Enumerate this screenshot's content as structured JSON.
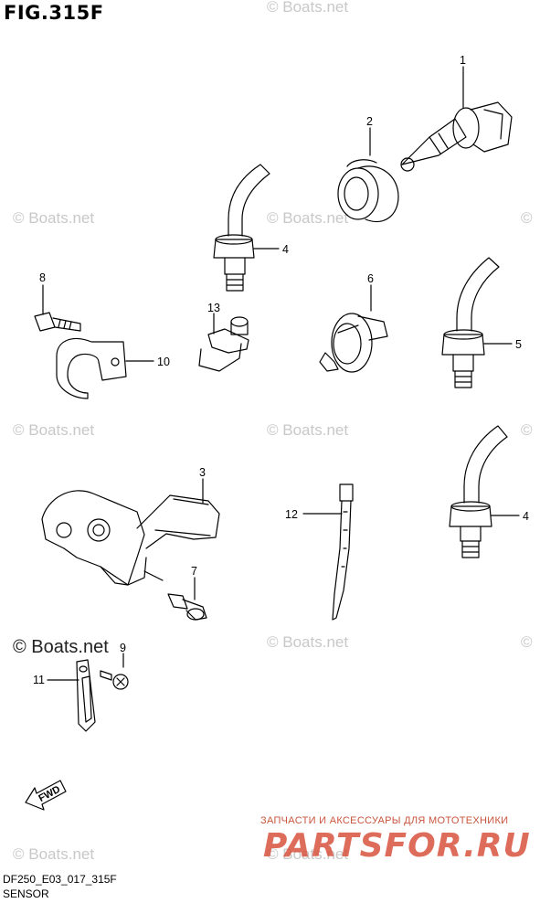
{
  "title": "FIG.315F",
  "diagram_code": "DF250_E03_017_315F",
  "section_name": "SENSOR",
  "watermark": "© Boats.net",
  "fwd_label": "FWD",
  "callouts": [
    "1",
    "2",
    "4",
    "8",
    "13",
    "6",
    "10",
    "5",
    "3",
    "12",
    "4",
    "7",
    "9",
    "11"
  ],
  "promo_text": "ЗАПЧАСТИ И АКСЕССУАРЫ ДЛЯ МОТОТЕХНИКИ",
  "brand_text": "PARTSFOR.RU",
  "colors": {
    "line": "#000000",
    "watermark": "#c8c8c8",
    "brand": "#d9533e"
  }
}
